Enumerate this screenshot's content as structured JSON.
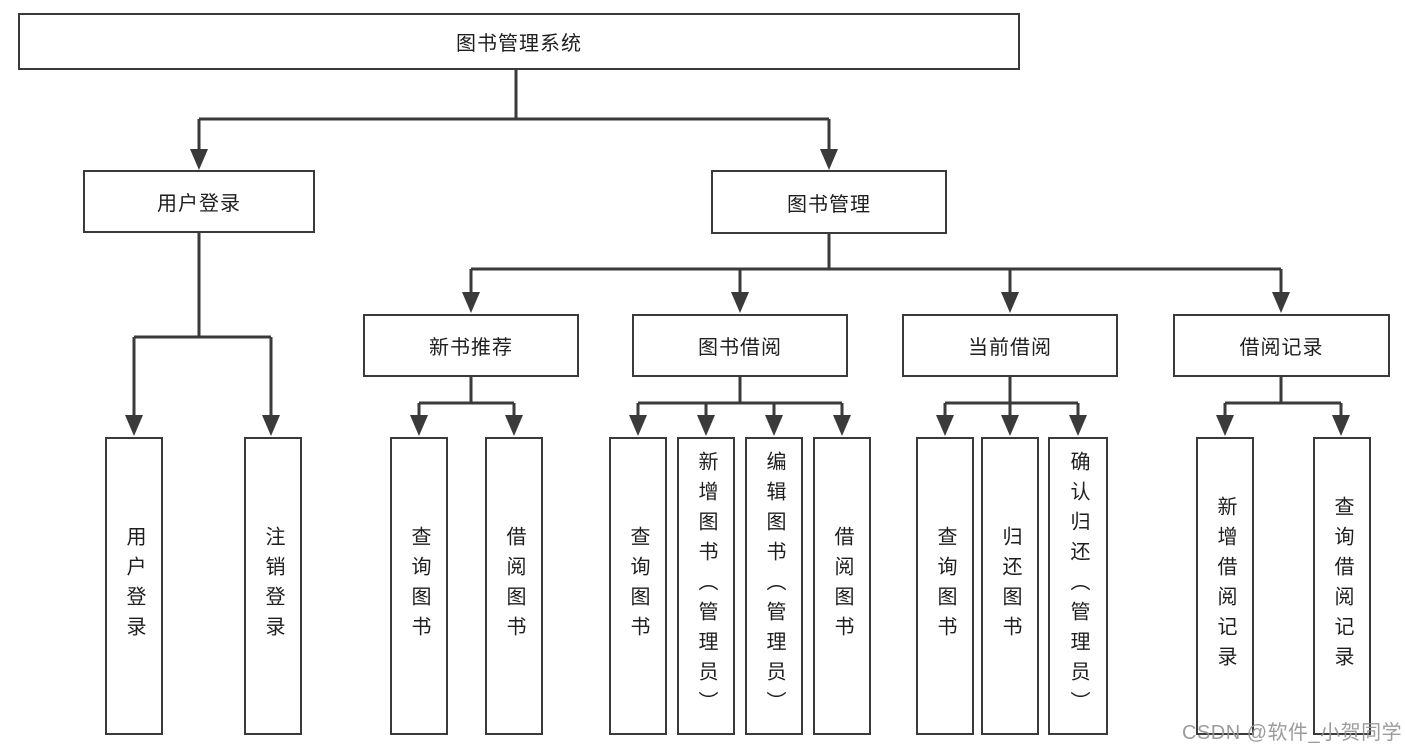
{
  "tree": {
    "label": "图书管理系统",
    "children": [
      {
        "label": "用户登录",
        "children": [
          {
            "label": "用户登录"
          },
          {
            "label": "注销登录"
          }
        ]
      },
      {
        "label": "图书管理",
        "children": [
          {
            "label": "新书推荐",
            "children": [
              {
                "label": "查询图书"
              },
              {
                "label": "借阅图书"
              }
            ]
          },
          {
            "label": "图书借阅",
            "children": [
              {
                "label": "查询图书"
              },
              {
                "label": "新增图书（管理员）"
              },
              {
                "label": "编辑图书（管理员）"
              },
              {
                "label": "借阅图书"
              }
            ]
          },
          {
            "label": "当前借阅",
            "children": [
              {
                "label": "查询图书"
              },
              {
                "label": "归还图书"
              },
              {
                "label": "确认归还（管理员）"
              }
            ]
          },
          {
            "label": "借阅记录",
            "children": [
              {
                "label": "新增借阅记录"
              },
              {
                "label": "查询借阅记录"
              }
            ]
          }
        ]
      }
    ]
  },
  "watermark": {
    "text": "CSDN @软件_小贺同学"
  },
  "colors": {
    "line": "#3a3a3a",
    "box_border": "#3a3a3a",
    "box_fill": "#ffffff",
    "text": "#1e1e1e",
    "watermark": "#949494",
    "background": "#ffffff"
  }
}
